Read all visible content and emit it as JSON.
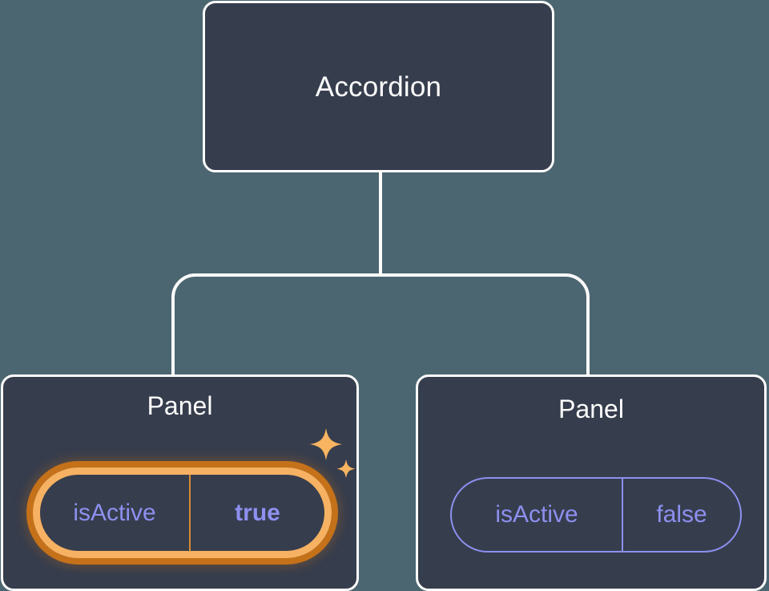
{
  "diagram": {
    "type": "component-tree",
    "background_color": "#4c6671",
    "node_fill_color": "#363d4d",
    "node_border_color": "#ffffff",
    "connector_color": "#ffffff",
    "accent_highlight_color": "#f6b162",
    "accent_highlight_outer_color": "#c4711a",
    "prop_text_color": "#8d90ef",
    "root": {
      "label": "Accordion"
    },
    "children": [
      {
        "label": "Panel",
        "highlighted": true,
        "prop": {
          "name": "isActive",
          "value": "true",
          "divider_color": "#d98b33",
          "border_color": "#f6b162",
          "glow_color": "#c4711a",
          "value_bold": true
        },
        "sparkle_color": "#f8b461",
        "sparkle_count": 2
      },
      {
        "label": "Panel",
        "highlighted": false,
        "prop": {
          "name": "isActive",
          "value": "false",
          "divider_color": "#8d90ef",
          "border_color": "#8d90ef",
          "value_bold": false
        }
      }
    ]
  }
}
